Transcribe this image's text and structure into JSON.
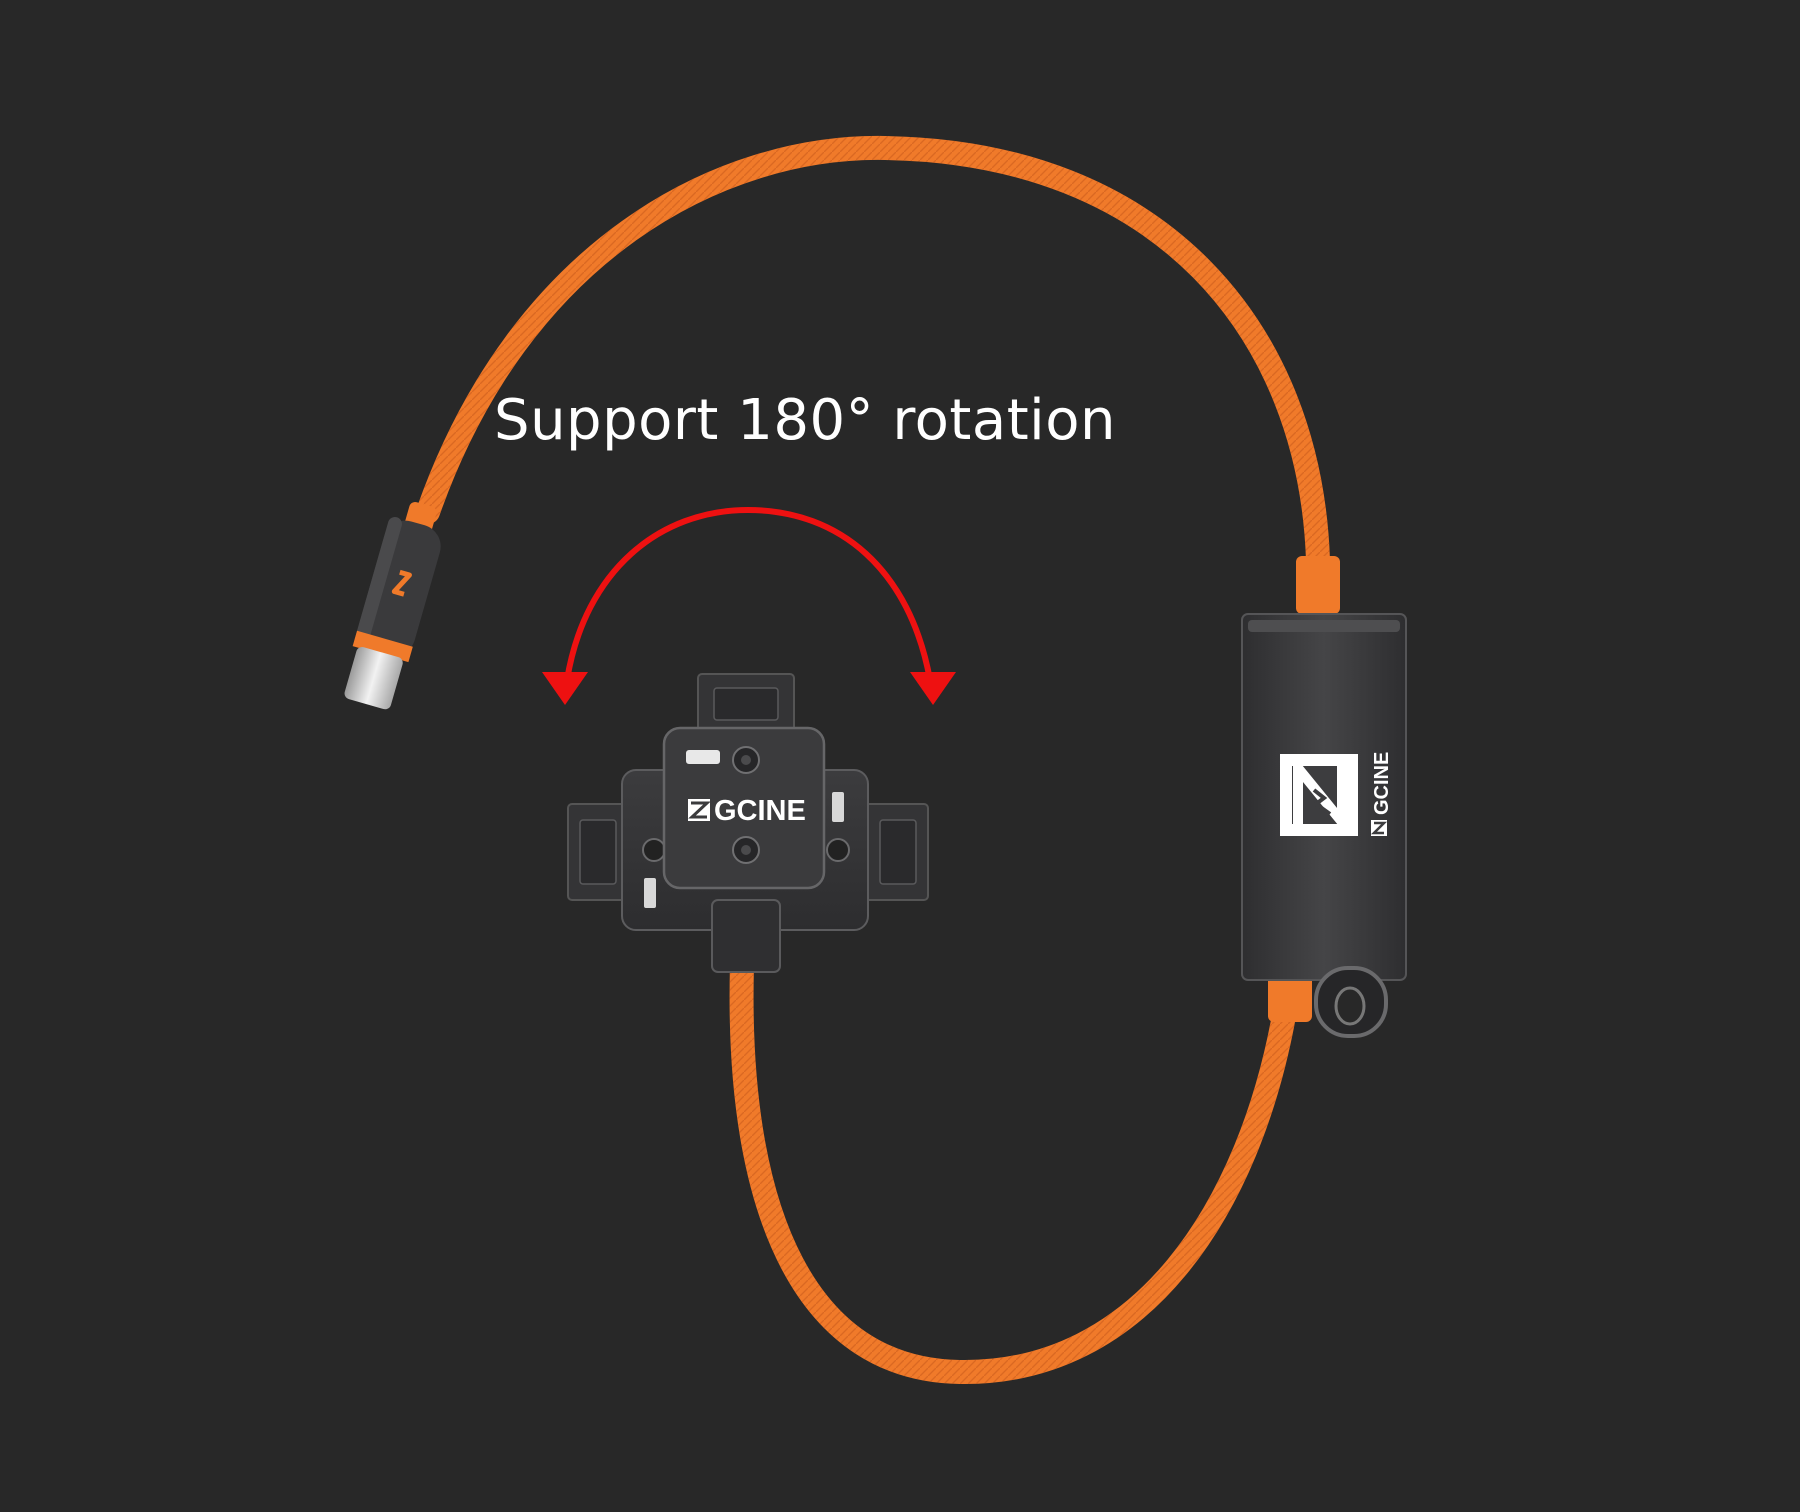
{
  "caption": "Support 180° rotation",
  "adapter_brand": "GCINE",
  "box_brand": "GCINE",
  "colors": {
    "background": "#282828",
    "cable": "#f07a2a",
    "arrow": "#ee1111",
    "device": "#3a3a3c",
    "caption": "#ffffff"
  }
}
